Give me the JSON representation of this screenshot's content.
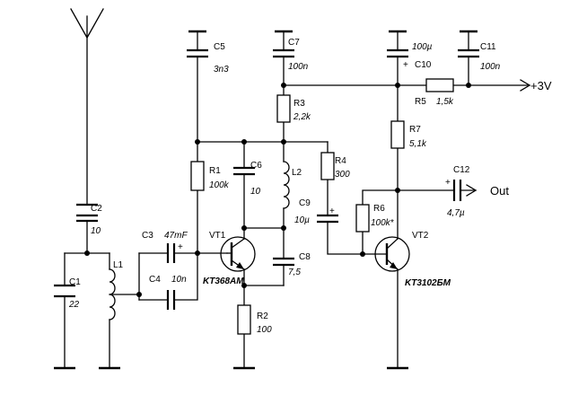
{
  "supply": "+3V",
  "output": "Out",
  "components": {
    "c1": {
      "ref": "C1",
      "value": "22"
    },
    "c2": {
      "ref": "C2",
      "value": "10"
    },
    "c3": {
      "ref": "C3",
      "value": "47mF"
    },
    "c4": {
      "ref": "C4",
      "value": "10n"
    },
    "c5": {
      "ref": "C5",
      "value": "3n3"
    },
    "c6": {
      "ref": "C6",
      "value": "10"
    },
    "c7": {
      "ref": "C7",
      "value": "100n"
    },
    "c8": {
      "ref": "C8",
      "value": "7,5"
    },
    "c9": {
      "ref": "C9",
      "value": "10µ"
    },
    "c10": {
      "ref": "C10",
      "value": "100µ"
    },
    "c11": {
      "ref": "C11",
      "value": "100n"
    },
    "c12": {
      "ref": "C12",
      "value": "4,7µ"
    },
    "r1": {
      "ref": "R1",
      "value": "100k"
    },
    "r2": {
      "ref": "R2",
      "value": "100"
    },
    "r3": {
      "ref": "R3",
      "value": "2,2k"
    },
    "r4": {
      "ref": "R4",
      "value": "300"
    },
    "r5": {
      "ref": "R5",
      "value": "1,5k"
    },
    "r6": {
      "ref": "R6",
      "value": "100k*"
    },
    "r7": {
      "ref": "R7",
      "value": "5,1k"
    },
    "l1": {
      "ref": "L1"
    },
    "l2": {
      "ref": "L2"
    },
    "vt1": {
      "ref": "VT1",
      "part": "KT368AM"
    },
    "vt2": {
      "ref": "VT2",
      "part": "KT3102БМ"
    }
  },
  "polarity_mark": "+"
}
